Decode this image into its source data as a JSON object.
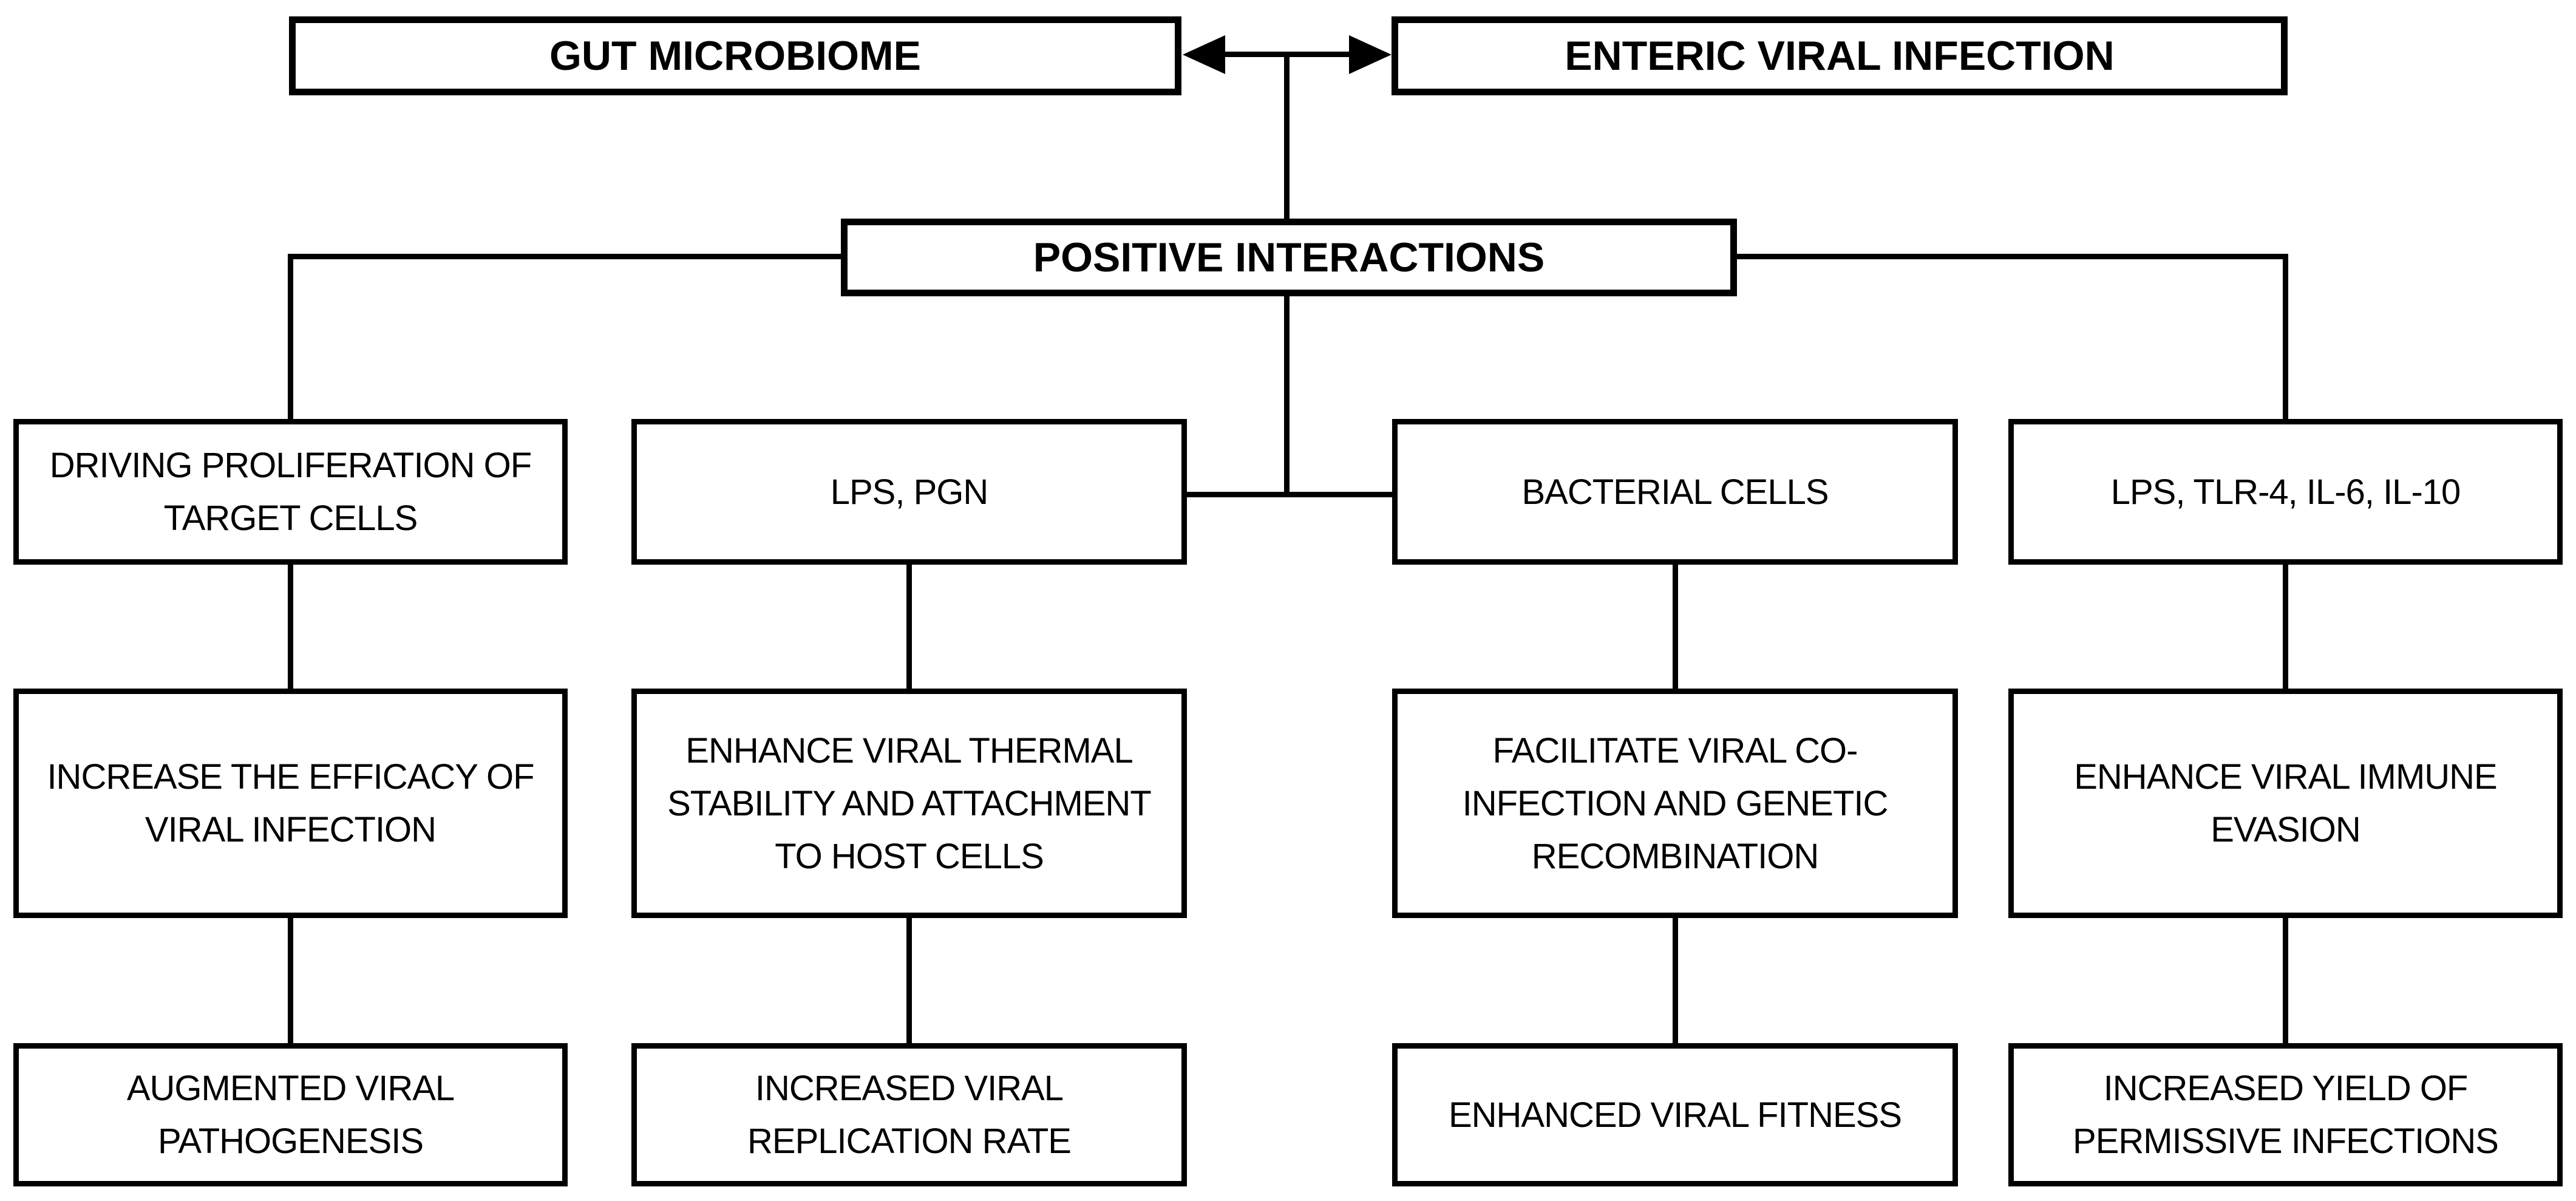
{
  "diagram": {
    "gut_microbiome": "GUT MICROBIOME",
    "enteric_viral_infection": "ENTERIC VIRAL INFECTION",
    "positive_interactions": "POSITIVE INTERACTIONS",
    "columns": [
      {
        "mediator": "DRIVING PROLIFERATION OF TARGET CELLS",
        "effect": "INCREASE THE EFFICACY OF VIRAL INFECTION",
        "outcome": "AUGMENTED VIRAL PATHOGENESIS"
      },
      {
        "mediator": "LPS, PGN",
        "effect": "ENHANCE VIRAL THERMAL STABILITY AND ATTACHMENT TO HOST CELLS",
        "outcome": "INCREASED VIRAL REPLICATION RATE"
      },
      {
        "mediator": "BACTERIAL CELLS",
        "effect": "FACILITATE VIRAL CO-INFECTION AND GENETIC RECOMBINATION",
        "outcome": "ENHANCED VIRAL FITNESS"
      },
      {
        "mediator": "LPS, TLR-4, IL-6, IL-10",
        "effect": "ENHANCE VIRAL IMMUNE EVASION",
        "outcome": "INCREASED YIELD OF PERMISSIVE INFECTIONS"
      }
    ]
  }
}
